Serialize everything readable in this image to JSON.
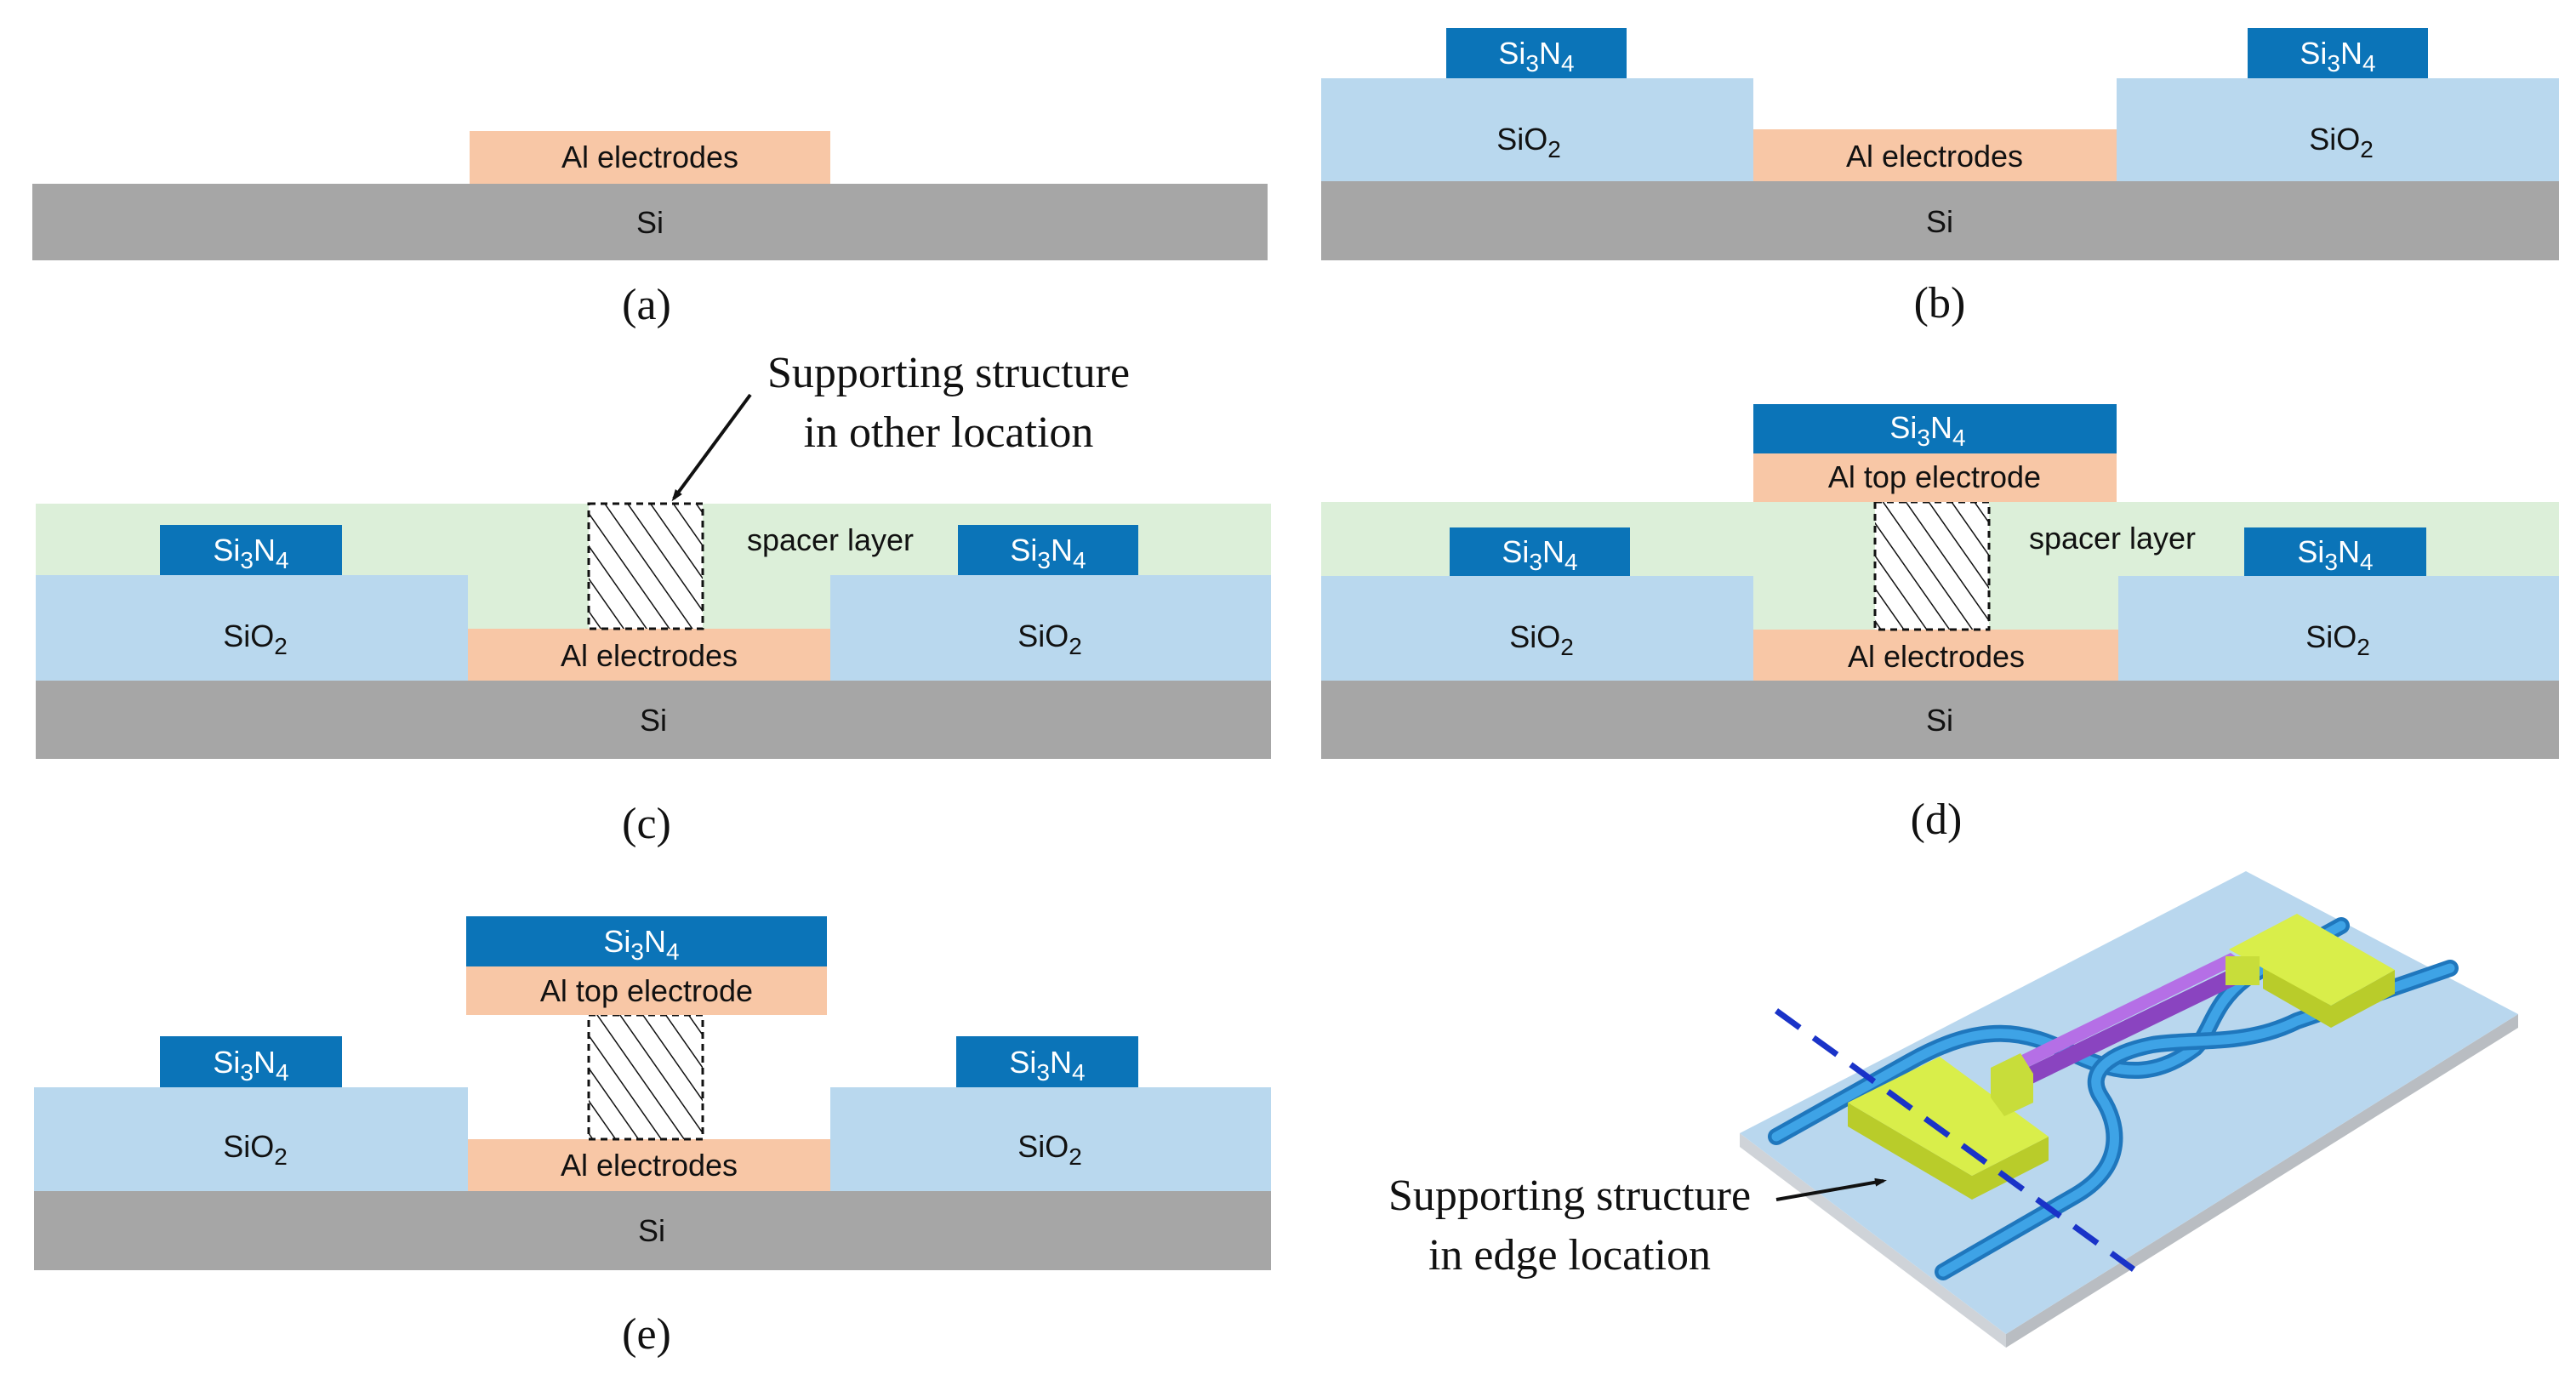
{
  "materials": {
    "si": "Si",
    "sio2_base": "SiO",
    "sio2_sub": "2",
    "al_electrodes": "Al electrodes",
    "al_top": "Al top electrode",
    "sin_a": "Si",
    "sin_sub3": "3",
    "sin_n": "N",
    "sin_sub4": "4",
    "spacer": "spacer layer"
  },
  "captions": {
    "a": "(a)",
    "b": "(b)",
    "c": "(c)",
    "d": "(d)",
    "e": "(e)"
  },
  "annotations": {
    "support_other_line1": "Supporting structure",
    "support_other_line2": "in other location",
    "support_edge_line1": "Supporting structure",
    "support_edge_line2": "in edge location"
  },
  "colors": {
    "si": "#a6a6a6",
    "sio2": "#b9d8ee",
    "al": "#f8c7a6",
    "sin": "#0b74b8",
    "spacer": "#dcefd9",
    "waveguide": "#2f8fd0",
    "pad": "#d7ea4a",
    "bridge": "#a35cd6",
    "cutline": "#1a33c8"
  }
}
